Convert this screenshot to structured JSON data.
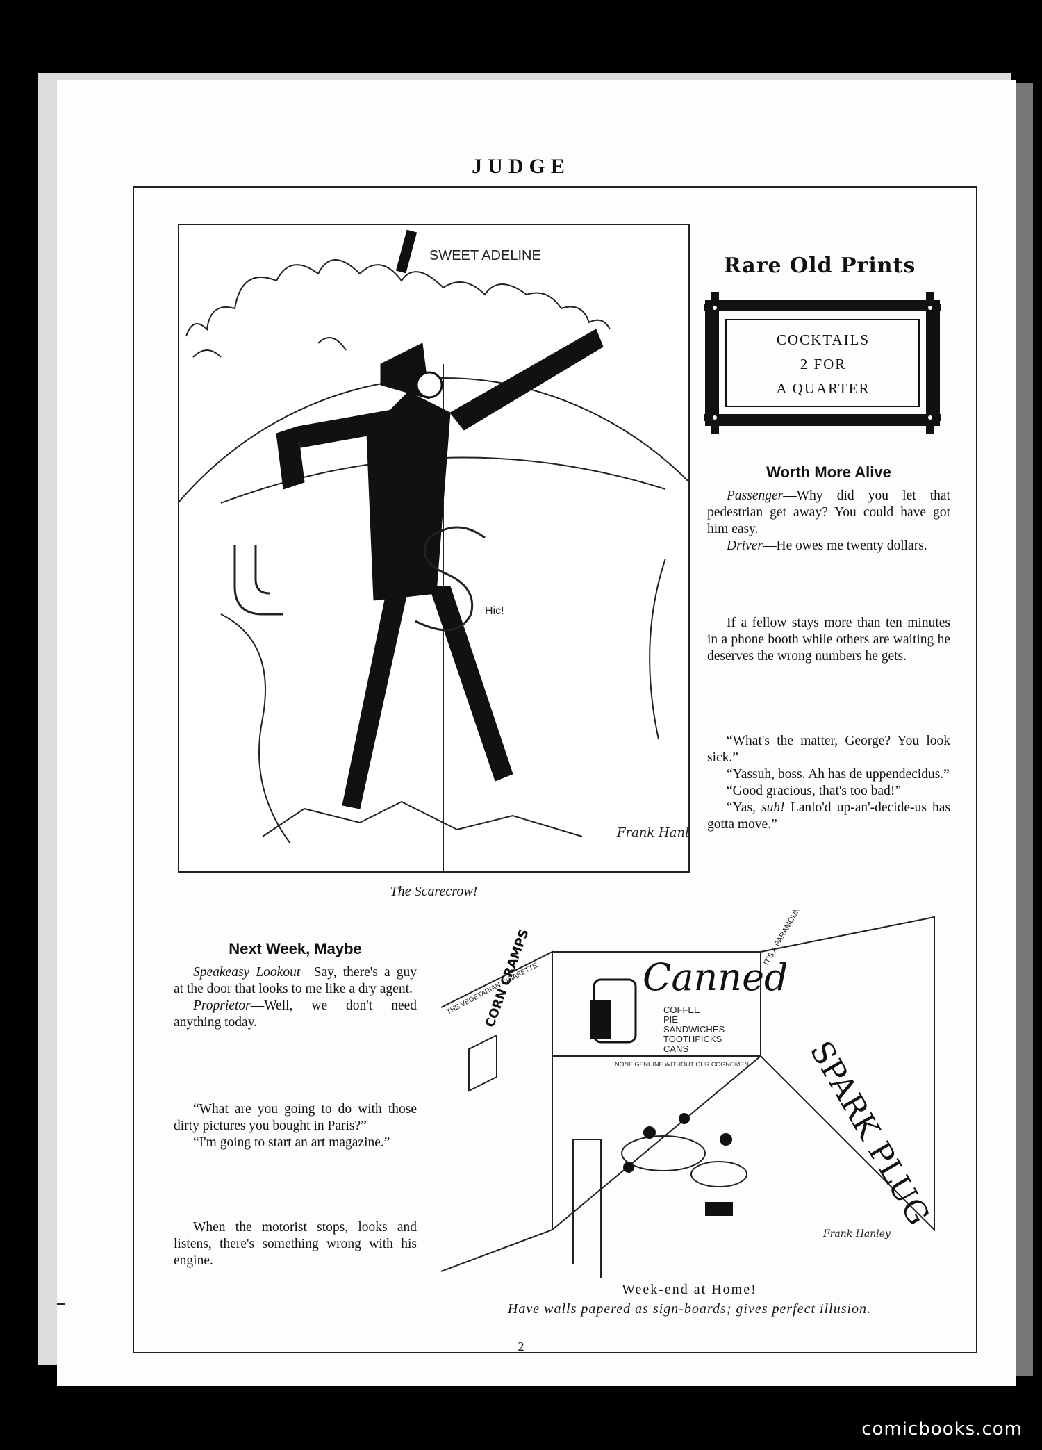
{
  "header": {
    "title": "JUDGE"
  },
  "cartoon1": {
    "caption": "The Scarecrow!",
    "lettering": [
      "SWEET ADELINE",
      "Hic!",
      "U",
      "S"
    ],
    "signature": "Frank Hanley"
  },
  "rare_prints": {
    "title": "Rare Old Prints",
    "lines": [
      "COCKTAILS",
      "2 FOR",
      "A QUARTER"
    ]
  },
  "worth_more_alive": {
    "heading": "Worth More Alive",
    "p1_speaker": "Passenger",
    "p1_text": "—Why did you let that pedestrian get away? You could have got him easy.",
    "p2_speaker": "Driver",
    "p2_text": "—He owes me twenty dollars."
  },
  "phone_booth": {
    "text": "If a fellow stays more than ten minutes in a phone booth while others are waiting he deserves the wrong numbers he gets."
  },
  "george": {
    "l1": "“What's the matter, George? You look sick.”",
    "l2": "“Yassuh, boss. Ah has de uppendecidus.”",
    "l3": "“Good gracious, that's too bad!”",
    "l4_pre": "“Yas, ",
    "l4_em": "suh!",
    "l4_post": " Lanlo'd up-an'-decide-us has gotta move.”"
  },
  "next_week": {
    "heading": "Next Week, Maybe",
    "p1_speaker": "Speakeasy Lookout",
    "p1_text": "—Say, there's a guy at the door that looks to me like a dry agent.",
    "p2_speaker": "Proprietor",
    "p2_text": "—Well, we don't need anything today."
  },
  "paris": {
    "l1": "“What are you going to do with those dirty pictures you bought in Paris?”",
    "l2": "“I'm going to start an art magazine.”"
  },
  "motorist": {
    "text": "When the motorist stops, looks and listens, there's something wrong with his engine."
  },
  "cartoon2": {
    "caption_title": "Week-end at Home!",
    "caption_sub": "Have walls papered as sign-boards; gives perfect illusion.",
    "sign_canned": "Canned",
    "canned_items": [
      "COFFEE",
      "PIE",
      "SANDWICHES",
      "TOOTHPICKS",
      "CANS"
    ],
    "canned_note": "NONE GENUINE WITHOUT OUR COGNOMEN.",
    "sign_left_top": "THE VEGETARIAN CIGARETTE",
    "sign_corn": "CORN CRAMPS",
    "sign_right_top": "IT'S A PARAMOUNT",
    "sign_right": "SPARK PLUG",
    "signature": "Frank Hanley"
  },
  "page_number": "2",
  "watermark": "comicbooks.com"
}
